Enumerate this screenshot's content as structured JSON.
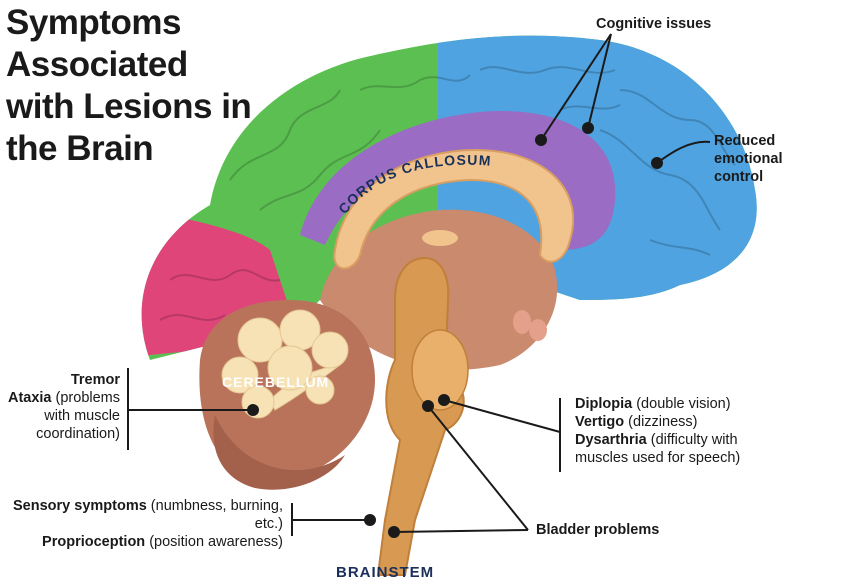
{
  "title": {
    "line1": "Symptoms Associated",
    "line2": "with Lesions in",
    "line3": "the Brain"
  },
  "structures": {
    "corpus_callosum": "CORPUS CALLOSUM",
    "cerebellum": "CEREBELLUM",
    "brainstem": "BRAINSTEM"
  },
  "labels": {
    "cognitive": "Cognitive issues",
    "emotional_1": "Reduced emotional",
    "emotional_2": "control",
    "tremor": "Tremor",
    "ataxia_bold": "Ataxia",
    "ataxia_rest_1": " (problems",
    "ataxia_rest_2": "with muscle",
    "ataxia_rest_3": "coordination)",
    "diplopia_bold": "Diplopia",
    "diplopia_rest": " (double vision)",
    "vertigo_bold": "Vertigo",
    "vertigo_rest": " (dizziness)",
    "dysarthria_bold": "Dysarthria",
    "dysarthria_rest_1": " (difficulty with",
    "dysarthria_rest_2": "muscles used for speech)",
    "sensory_bold": "Sensory symptoms",
    "sensory_rest": " (numbness, burning, etc.)",
    "proprio_bold": "Proprioception",
    "proprio_rest": " (position awareness)",
    "bladder": "Bladder problems"
  },
  "colors": {
    "frontal_blue": "#4fa3e0",
    "green": "#5cbf52",
    "pink": "#e0457a",
    "purple": "#9a6cc4",
    "callosum": "#f1c48e",
    "cerebellum_base": "#b8735a",
    "arbor": "#f6e2b4",
    "brainstem": "#d89a52",
    "interior": "#c98a6e",
    "title_text": "#1a1a1a",
    "structure_text": "#18305a"
  }
}
